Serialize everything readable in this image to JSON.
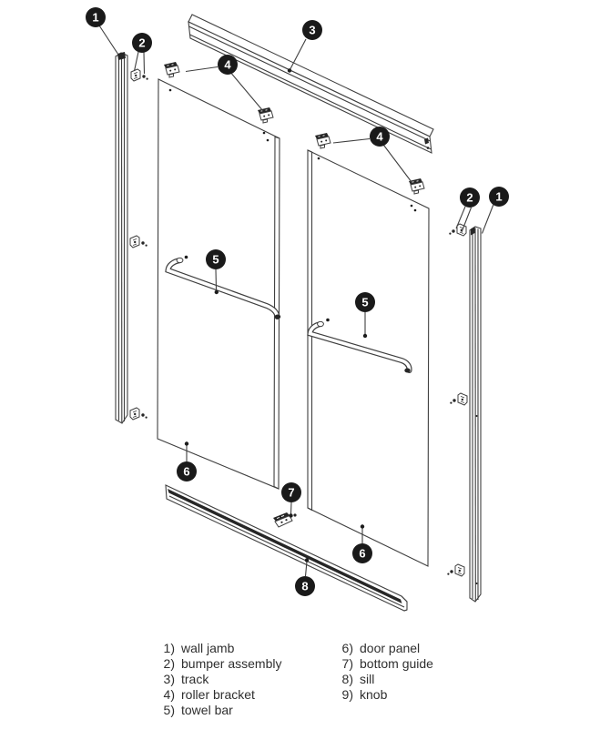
{
  "legend": {
    "col1": [
      {
        "num": "1)",
        "label": "wall jamb"
      },
      {
        "num": "2)",
        "label": "bumper assembly"
      },
      {
        "num": "3)",
        "label": "track"
      },
      {
        "num": "4)",
        "label": "roller bracket"
      },
      {
        "num": "5)",
        "label": "towel bar"
      }
    ],
    "col2": [
      {
        "num": "6)",
        "label": "door panel"
      },
      {
        "num": "7)",
        "label": "bottom guide"
      },
      {
        "num": "8)",
        "label": "sill"
      },
      {
        "num": "9)",
        "label": "knob"
      }
    ]
  },
  "callouts": [
    {
      "part": "wall-jamb-left",
      "number": "1"
    },
    {
      "part": "bumper-assembly-left",
      "number": "2"
    },
    {
      "part": "track",
      "number": "3"
    },
    {
      "part": "roller-bracket-left-panel",
      "number": "4"
    },
    {
      "part": "roller-bracket-right-panel",
      "number": "4"
    },
    {
      "part": "towel-bar-left",
      "number": "5"
    },
    {
      "part": "towel-bar-right",
      "number": "5"
    },
    {
      "part": "door-panel-left",
      "number": "6"
    },
    {
      "part": "door-panel-right",
      "number": "6"
    },
    {
      "part": "bottom-guide",
      "number": "7"
    },
    {
      "part": "sill",
      "number": "8"
    },
    {
      "part": "bumper-assembly-right",
      "number": "2"
    },
    {
      "part": "wall-jamb-right",
      "number": "1"
    }
  ],
  "colors": {
    "line": "#3f3f3f",
    "dark_fill": "#262626",
    "callout_bg": "#1a1a1a",
    "callout_text": "#ffffff",
    "background": "#ffffff",
    "legend_text": "#2f2f2f"
  }
}
